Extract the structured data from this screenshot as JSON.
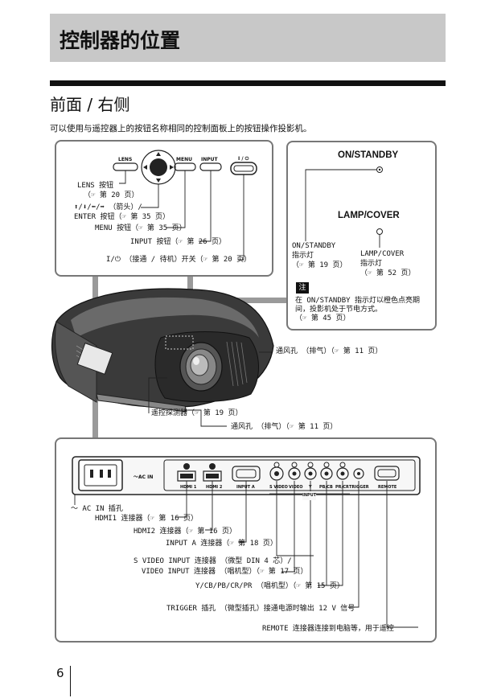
{
  "header": {
    "title": "控制器的位置"
  },
  "section": {
    "title": "前面 / 右侧"
  },
  "intro": "可以使用与遥控器上的按钮名称相同的控制面板上的按钮操作投影机。",
  "panel": {
    "btn_lens": "LENS",
    "btn_menu": "MENU",
    "btn_input": "INPUT",
    "btn_power": "I / ⏻",
    "callouts": [
      "LENS 按钮",
      "（☞ 第 20 页）",
      "⬆/⬇/⬅/➡ （箭头）/",
      "ENTER 按钮（☞ 第 35 页）",
      "MENU 按钮（☞ 第 35 页）",
      "INPUT 按钮（☞ 第 26 页）",
      "I/⏻ （接通 / 待机）开关（☞ 第 20 页）"
    ]
  },
  "indicators": {
    "on_standby_title": "ON/STANDBY",
    "lamp_cover_title": "LAMP/COVER",
    "on_standby_lines": [
      "ON/STANDBY",
      "指示灯",
      "（☞ 第 19 页）"
    ],
    "lamp_cover_lines": [
      "LAMP/COVER",
      "指示灯",
      "（☞ 第 52 页）"
    ],
    "note_label": "注",
    "note_lines": [
      "在 ON/STANDBY 指示灯以橙色点亮期",
      "间，投影机处于节电方式。",
      "（☞ 第 45 页）"
    ]
  },
  "projector": {
    "vent_top": "通风孔 （排气）（☞ 第 11 页）",
    "remote_sensor": "遥控探测器（☞ 第 19 页）",
    "vent_bottom": "通风孔 （排气）（☞ 第 11 页）"
  },
  "rear": {
    "labels": {
      "ac_in": "～AC IN",
      "hdmi1": "HDMI 1",
      "hdmi2": "HDMI 2",
      "input_a": "INPUT A",
      "s_video": "S VIDEO",
      "video": "VIDEO",
      "y": "Y",
      "pb": "PB/CB",
      "pr": "PR/CR",
      "input_group": "INPUT",
      "trigger": "TRIGGER",
      "remote": "REMOTE"
    },
    "callouts": [
      "～ AC IN 插孔",
      "HDMI1 连接器（☞ 第 16 页）",
      "HDMI2 连接器（☞ 第 16 页）",
      "INPUT A 连接器（☞ 第 18 页）",
      "S VIDEO INPUT 连接器 （微型 DIN 4 芯）/",
      "VIDEO INPUT 连接器 （唱机型）（☞ 第 17 页）",
      "Y/CB/PB/CR/PR （唱机型）（☞ 第 15 页）",
      "TRIGGER 插孔 （微型插孔）接通电源时输出 12 V 信号",
      "REMOTE 连接器连接到电脑等，用于遥控"
    ]
  },
  "page_number": "6"
}
